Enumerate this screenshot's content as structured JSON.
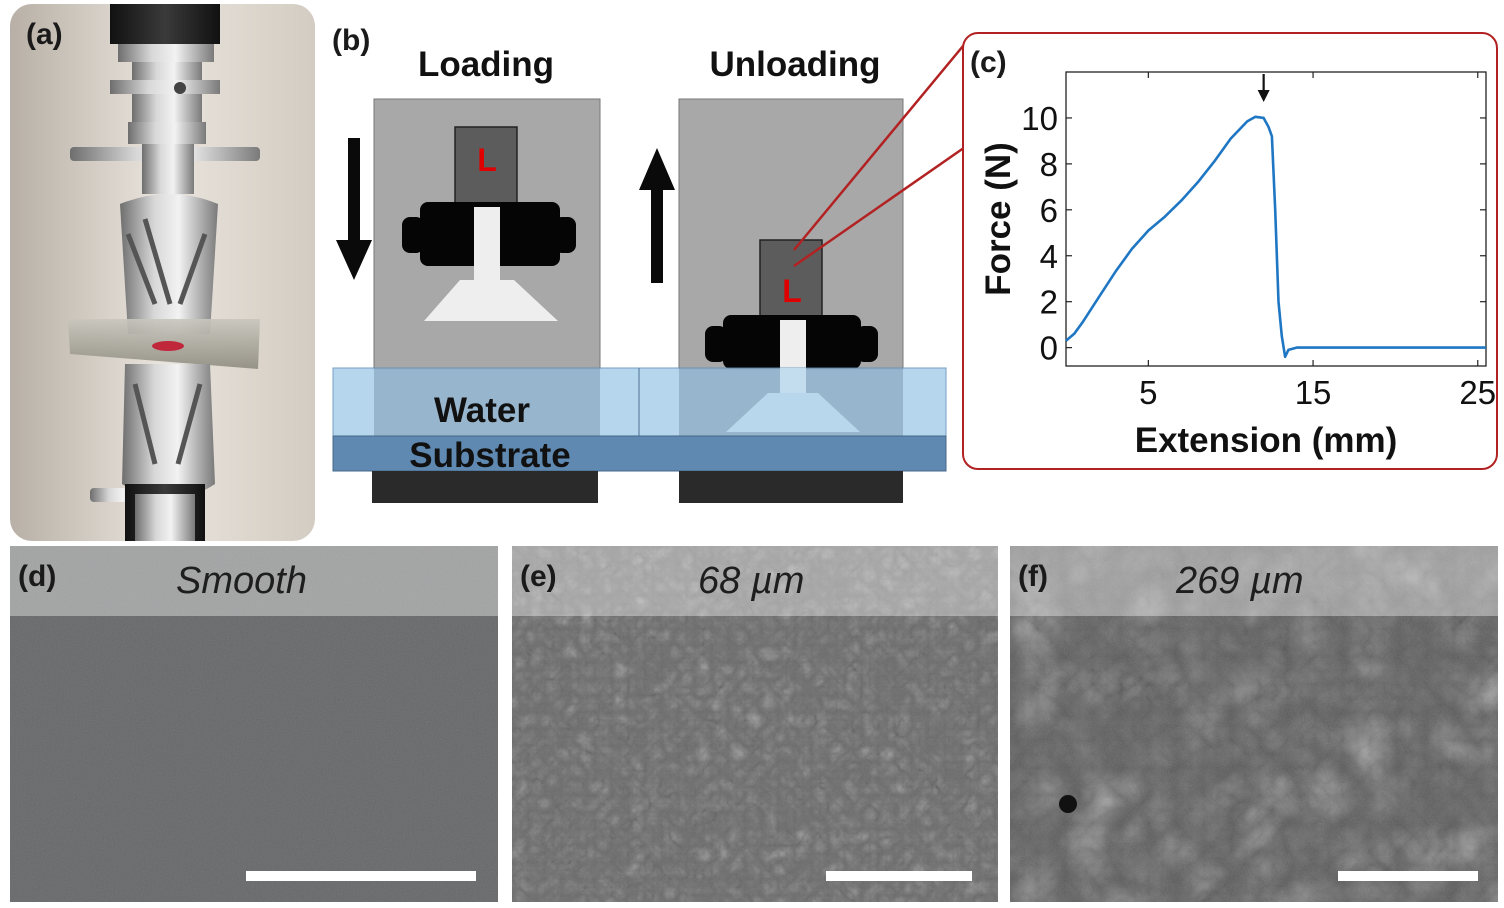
{
  "panels": {
    "a": {
      "label": "(a)"
    },
    "b": {
      "label": "(b)",
      "loading": "Loading",
      "unloading": "Unloading",
      "load_cell": "L",
      "water": "Water",
      "substrate": "Substrate"
    },
    "c": {
      "label": "(c)"
    },
    "d": {
      "label": "(d)",
      "title": "Smooth"
    },
    "e": {
      "label": "(e)",
      "title": "68 µm"
    },
    "f": {
      "label": "(f)",
      "title": "269 µm"
    }
  },
  "colors": {
    "curve": "#1f77c4",
    "frame_c": "#b22222",
    "load_cell_text": "#e00000",
    "water": "#a9cfe9",
    "substrate": "#5f89b0"
  },
  "chart_data": {
    "type": "line",
    "xlabel": "Extension (mm)",
    "ylabel": "Force (N)",
    "xlim": [
      0,
      25.5
    ],
    "ylim": [
      -0.8,
      12
    ],
    "xticks": [
      5,
      15,
      25
    ],
    "yticks": [
      0,
      2,
      4,
      6,
      8,
      10
    ],
    "grid": false,
    "annotation": "downward arrow marking peak force",
    "series": [
      {
        "x": [
          0,
          0.5,
          1,
          2,
          3,
          4,
          5,
          6,
          7,
          8,
          9,
          10,
          11,
          11.5,
          12,
          12.3,
          12.5,
          12.7,
          12.9,
          13.1,
          13.3,
          13.5,
          14,
          15,
          20,
          25.5
        ],
        "y": [
          0.3,
          0.6,
          1.1,
          2.2,
          3.3,
          4.3,
          5.1,
          5.7,
          6.4,
          7.2,
          8.1,
          9.1,
          9.85,
          10.05,
          10.0,
          9.6,
          9.2,
          6.0,
          2.0,
          0.5,
          -0.4,
          -0.1,
          0.0,
          0.0,
          0.0,
          0.0
        ]
      }
    ],
    "peak_marker_x": 12
  }
}
